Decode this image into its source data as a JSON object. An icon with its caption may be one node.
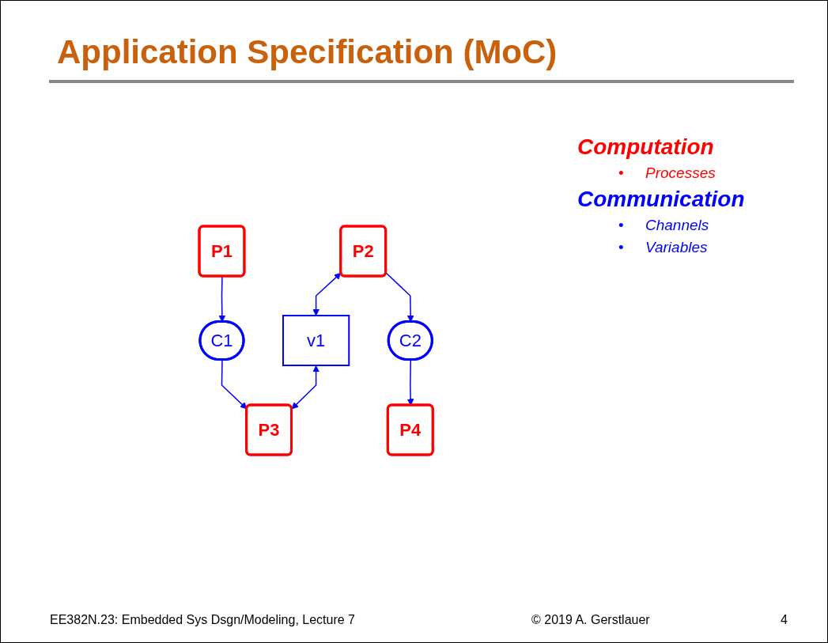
{
  "diagram": {
    "title": "Application Specification (MoC)",
    "nodes": [
      {
        "text": [
          "P1"
        ]
      },
      {
        "text": [
          "P2"
        ]
      },
      {
        "text": [
          "v1"
        ]
      },
      {
        "text": [
          "C2"
        ]
      },
      {
        "text": [
          "C1"
        ]
      },
      {
        "text": [
          "P3"
        ]
      },
      {
        "text": [
          "P4"
        ]
      }
    ],
    "edges": [
      {
        "from": 0,
        "to": 4,
        "arrow": "to"
      },
      {
        "from": 1,
        "to": 2,
        "arrow": "both"
      },
      {
        "from": 1,
        "to": 3,
        "arrow": "to"
      },
      {
        "from": 2,
        "to": 5,
        "arrow": "both"
      },
      {
        "from": 4,
        "to": 5,
        "arrow": "to"
      },
      {
        "from": 3,
        "to": 6,
        "arrow": "to"
      }
    ],
    "labels": [
      "Computation",
      "•",
      "Processes",
      "Communication",
      "•",
      "Channels",
      "•",
      "Variables",
      "EE382N.23: Embedded Sys Dsgn/Modeling, Lecture 7",
      "© 2019 A. Gerstlauer",
      "4"
    ]
  }
}
